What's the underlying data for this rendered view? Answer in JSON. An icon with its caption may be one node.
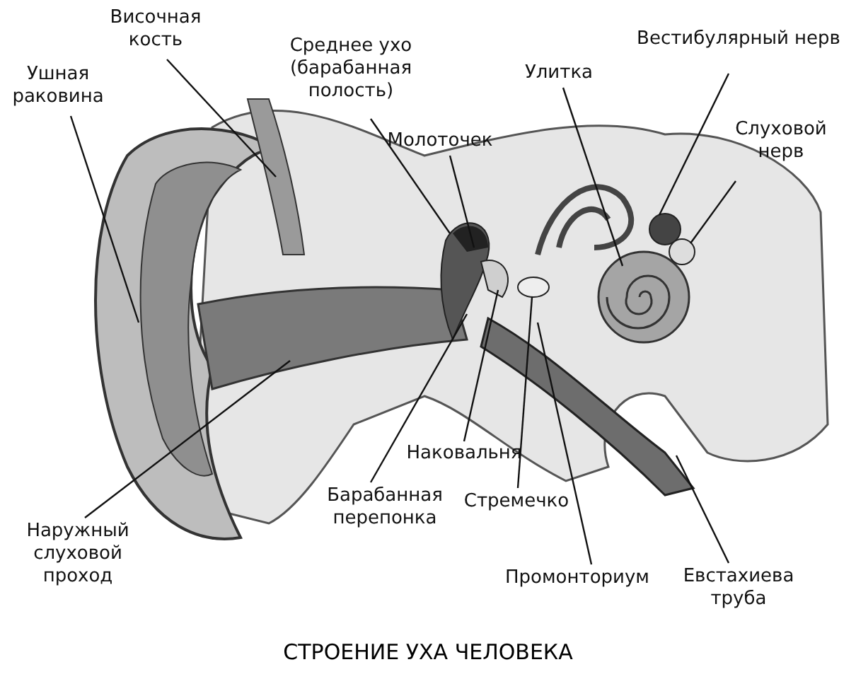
{
  "diagram": {
    "caption": "СТРОЕНИЕ УХА ЧЕЛОВЕКА",
    "nodes": [
      {
        "text": [
          "Ушная раковина"
        ]
      },
      {
        "text": [
          "Височная кость"
        ]
      },
      {
        "text": [
          "Среднее ухо (барабанная полость)"
        ]
      },
      {
        "text": [
          "Молоточек"
        ]
      },
      {
        "text": [
          "Улитка"
        ]
      },
      {
        "text": [
          "Вестибулярный нерв"
        ]
      },
      {
        "text": [
          "Слуховой нерв"
        ]
      },
      {
        "text": [
          "Наковальня"
        ]
      },
      {
        "text": [
          "Барабанная перепонка"
        ]
      },
      {
        "text": [
          "Стремечко"
        ]
      },
      {
        "text": [
          "Промонториум"
        ]
      },
      {
        "text": [
          "Евстахиева труба"
        ]
      },
      {
        "text": [
          "Наружный слуховой проход"
        ]
      }
    ],
    "edges": [
      {
        "from": 0,
        "to": null,
        "arrow": "none"
      },
      {
        "from": 1,
        "to": null,
        "arrow": "none"
      },
      {
        "from": 2,
        "to": null,
        "arrow": "none"
      },
      {
        "from": 3,
        "to": null,
        "arrow": "none"
      },
      {
        "from": 4,
        "to": null,
        "arrow": "none"
      },
      {
        "from": 5,
        "to": null,
        "arrow": "none"
      },
      {
        "from": 6,
        "to": null,
        "arrow": "none"
      },
      {
        "from": 7,
        "to": null,
        "arrow": "none"
      },
      {
        "from": 8,
        "to": null,
        "arrow": "none"
      },
      {
        "from": 9,
        "to": null,
        "arrow": "none"
      },
      {
        "from": 10,
        "to": null,
        "arrow": "none"
      },
      {
        "from": 11,
        "to": null,
        "arrow": "none"
      },
      {
        "from": 12,
        "to": null,
        "arrow": "none"
      }
    ]
  }
}
